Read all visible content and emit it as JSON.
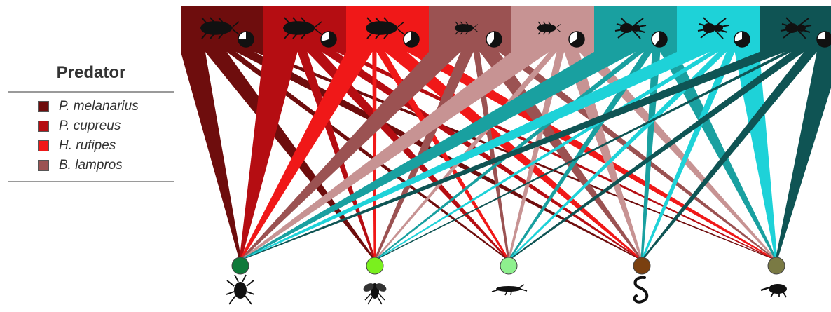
{
  "legend": {
    "title": "Predator",
    "items": [
      {
        "label": "P. melanarius",
        "color": "#6e0d0d"
      },
      {
        "label": "P. cupreus",
        "color": "#b50d12"
      },
      {
        "label": "H. rufipes",
        "color": "#f01818"
      },
      {
        "label": "B. lampros",
        "color": "#9b5252"
      }
    ]
  },
  "predators": [
    {
      "name": "P. melanarius",
      "color": "#6e0d0d",
      "icon": "carabid-beetle-icon",
      "pie_fraction": 0.25
    },
    {
      "name": "P. cupreus",
      "color": "#b50d12",
      "icon": "carabid-beetle-icon",
      "pie_fraction": 0.3
    },
    {
      "name": "H. rufipes",
      "color": "#f01818",
      "icon": "carabid-beetle-icon",
      "pie_fraction": 0.35
    },
    {
      "name": "B. lampros",
      "color": "#9b5252",
      "icon": "small-beetle-icon",
      "pie_fraction": 0.4
    },
    {
      "name": "",
      "color": "#c79393",
      "icon": "small-beetle-icon",
      "pie_fraction": 0.35
    },
    {
      "name": "",
      "color": "#19a0a0",
      "icon": "spider-icon",
      "pie_fraction": 0.4
    },
    {
      "name": "",
      "color": "#1ed2d8",
      "icon": "spider-icon",
      "pie_fraction": 0.3
    },
    {
      "name": "",
      "color": "#0f5454",
      "icon": "spider-icon",
      "pie_fraction": 0.25
    }
  ],
  "prey": [
    {
      "color": "#0f7a3a",
      "icon": "aphid-icon"
    },
    {
      "color": "#7af01e",
      "icon": "fly-icon"
    },
    {
      "color": "#8ef08e",
      "icon": "springtail-icon"
    },
    {
      "color": "#7a4010",
      "icon": "earthworm-icon"
    },
    {
      "color": "#7a7a44",
      "icon": "weevil-icon"
    }
  ],
  "links": [
    [
      8,
      7,
      3,
      6,
      3
    ],
    [
      7,
      2,
      3,
      3,
      2
    ],
    [
      6,
      1,
      2,
      5,
      5
    ],
    [
      5,
      2,
      1,
      3,
      2
    ],
    [
      5,
      1,
      1,
      2,
      2
    ],
    [
      5,
      1,
      1,
      1,
      2
    ],
    [
      4,
      1,
      1,
      1,
      3
    ],
    [
      4,
      1,
      2,
      2,
      4
    ]
  ]
}
